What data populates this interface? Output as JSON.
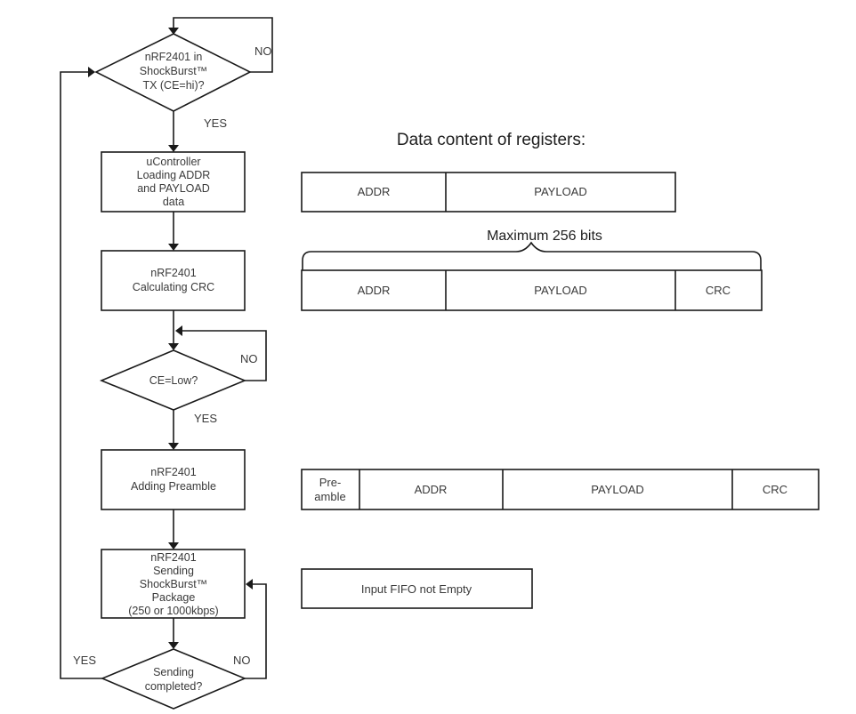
{
  "flowchart": {
    "decision_tx": {
      "lines": [
        "nRF2401 in",
        "ShockBurst™",
        "TX (CE=hi)?"
      ],
      "no_label": "NO",
      "yes_label": "YES"
    },
    "step_load": {
      "lines": [
        "uController",
        "Loading ADDR",
        "and PAYLOAD",
        "data"
      ]
    },
    "step_crc": {
      "lines": [
        "nRF2401",
        "Calculating CRC"
      ]
    },
    "decision_ce": {
      "lines": [
        "CE=Low?"
      ],
      "no_label": "NO",
      "yes_label": "YES"
    },
    "step_preamble": {
      "lines": [
        "nRF2401",
        "Adding Preamble"
      ]
    },
    "step_send": {
      "lines": [
        "nRF2401",
        "Sending",
        "ShockBurst™",
        "Package",
        "(250 or 1000kbps)"
      ]
    },
    "decision_done": {
      "lines": [
        "Sending",
        "completed?"
      ],
      "no_label": "NO",
      "yes_label": "YES"
    }
  },
  "registers": {
    "title": "Data content of registers:",
    "row1": {
      "cells": [
        "ADDR",
        "PAYLOAD"
      ]
    },
    "brace_label": "Maximum 256 bits",
    "row2": {
      "cells": [
        "ADDR",
        "PAYLOAD",
        "CRC"
      ]
    },
    "row3": {
      "cells": [
        "Pre-\namble",
        "ADDR",
        "PAYLOAD",
        "CRC"
      ],
      "preamble_lines": [
        "Pre-",
        "amble"
      ]
    },
    "fifo_label": "Input FIFO not Empty"
  }
}
